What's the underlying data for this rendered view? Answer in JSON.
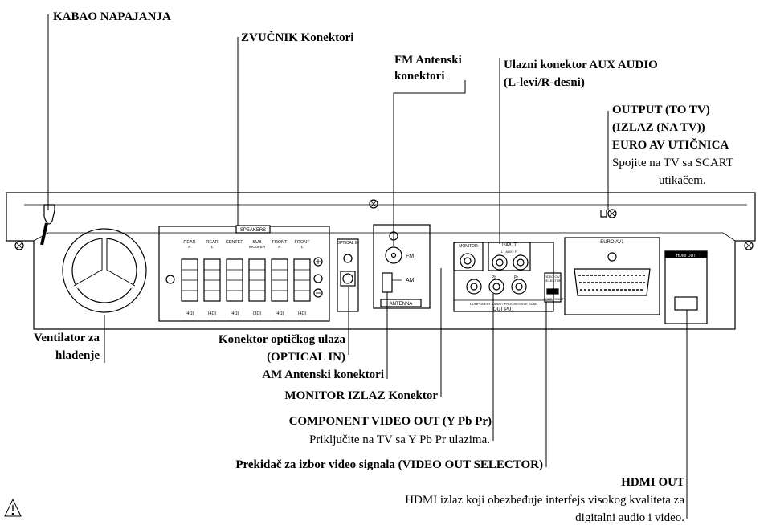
{
  "labels": {
    "power_cord": "KABAO NAPAJANJA",
    "speaker_connectors": "ZVUČNIK Konektori",
    "fm_antenna_1": "FM Antenski",
    "fm_antenna_2": "konektori",
    "aux_audio_1": "Ulazni konektor AUX AUDIO",
    "aux_audio_2": "(L-levi/R-desni)",
    "output_1": "OUTPUT (TO TV)",
    "output_2": "(IZLAZ (NA TV))",
    "output_3": "EURO AV UTIČNICA",
    "output_4": "Spojite na TV sa SCART",
    "output_5": "utikačem.",
    "fan_1": "Ventilator za",
    "fan_2": "hlađenje",
    "optical_1": "Konektor optičkog ulaza",
    "optical_2": "(OPTICAL IN)",
    "am_antenna": "AM Antenski konektori",
    "monitor_out": "MONITOR IZLAZ Konektor",
    "component_1": "COMPONENT VIDEO OUT (Y Pb Pr)",
    "component_2": "Priključite na TV sa Y Pb Pr ulazima.",
    "video_selector": "Prekidač za izbor video signala (VIDEO OUT SELECTOR)",
    "hdmi_out_title": "HDMI OUT",
    "hdmi_out_1": "HDMI izlaz koji obezbeđuje interfejs visokog kvaliteta za",
    "hdmi_out_2": "digitalni audio i video."
  },
  "panel": {
    "speakers_title": "SPEAKERS",
    "channels": [
      {
        "top": "REAR",
        "sub": "R",
        "imp": "(4Ω)"
      },
      {
        "top": "REAR",
        "sub": "L",
        "imp": "(4Ω)"
      },
      {
        "top": "CENTER",
        "sub": "",
        "imp": "(4Ω)"
      },
      {
        "top": "SUB",
        "sub": "WOOFER",
        "imp": "(3Ω)"
      },
      {
        "top": "FRONT",
        "sub": "R",
        "imp": "(4Ω)"
      },
      {
        "top": "FRONT",
        "sub": "L",
        "imp": "(4Ω)"
      }
    ],
    "optical_in": "OPTICAL IN",
    "fm": "FM",
    "am": "AM",
    "antenna": "ANTENNA",
    "monitor": "MONITOR",
    "input": "INPUT",
    "aux": "L · AUX · R",
    "pb": "Pb",
    "pr": "Pr",
    "component_line": "COMPONENT VIDEO / PROGRESSIVE SCAN",
    "output": "OUT PUT",
    "video_out_selector_1": "VIDEO OUT",
    "video_out_selector_2": "SELECTOR",
    "comp": "COMP.",
    "scart": "SCART",
    "euro_av": "EURO AV1",
    "hdmi": "HDMI OUT"
  },
  "icons": [
    "warning-triangle-icon"
  ]
}
